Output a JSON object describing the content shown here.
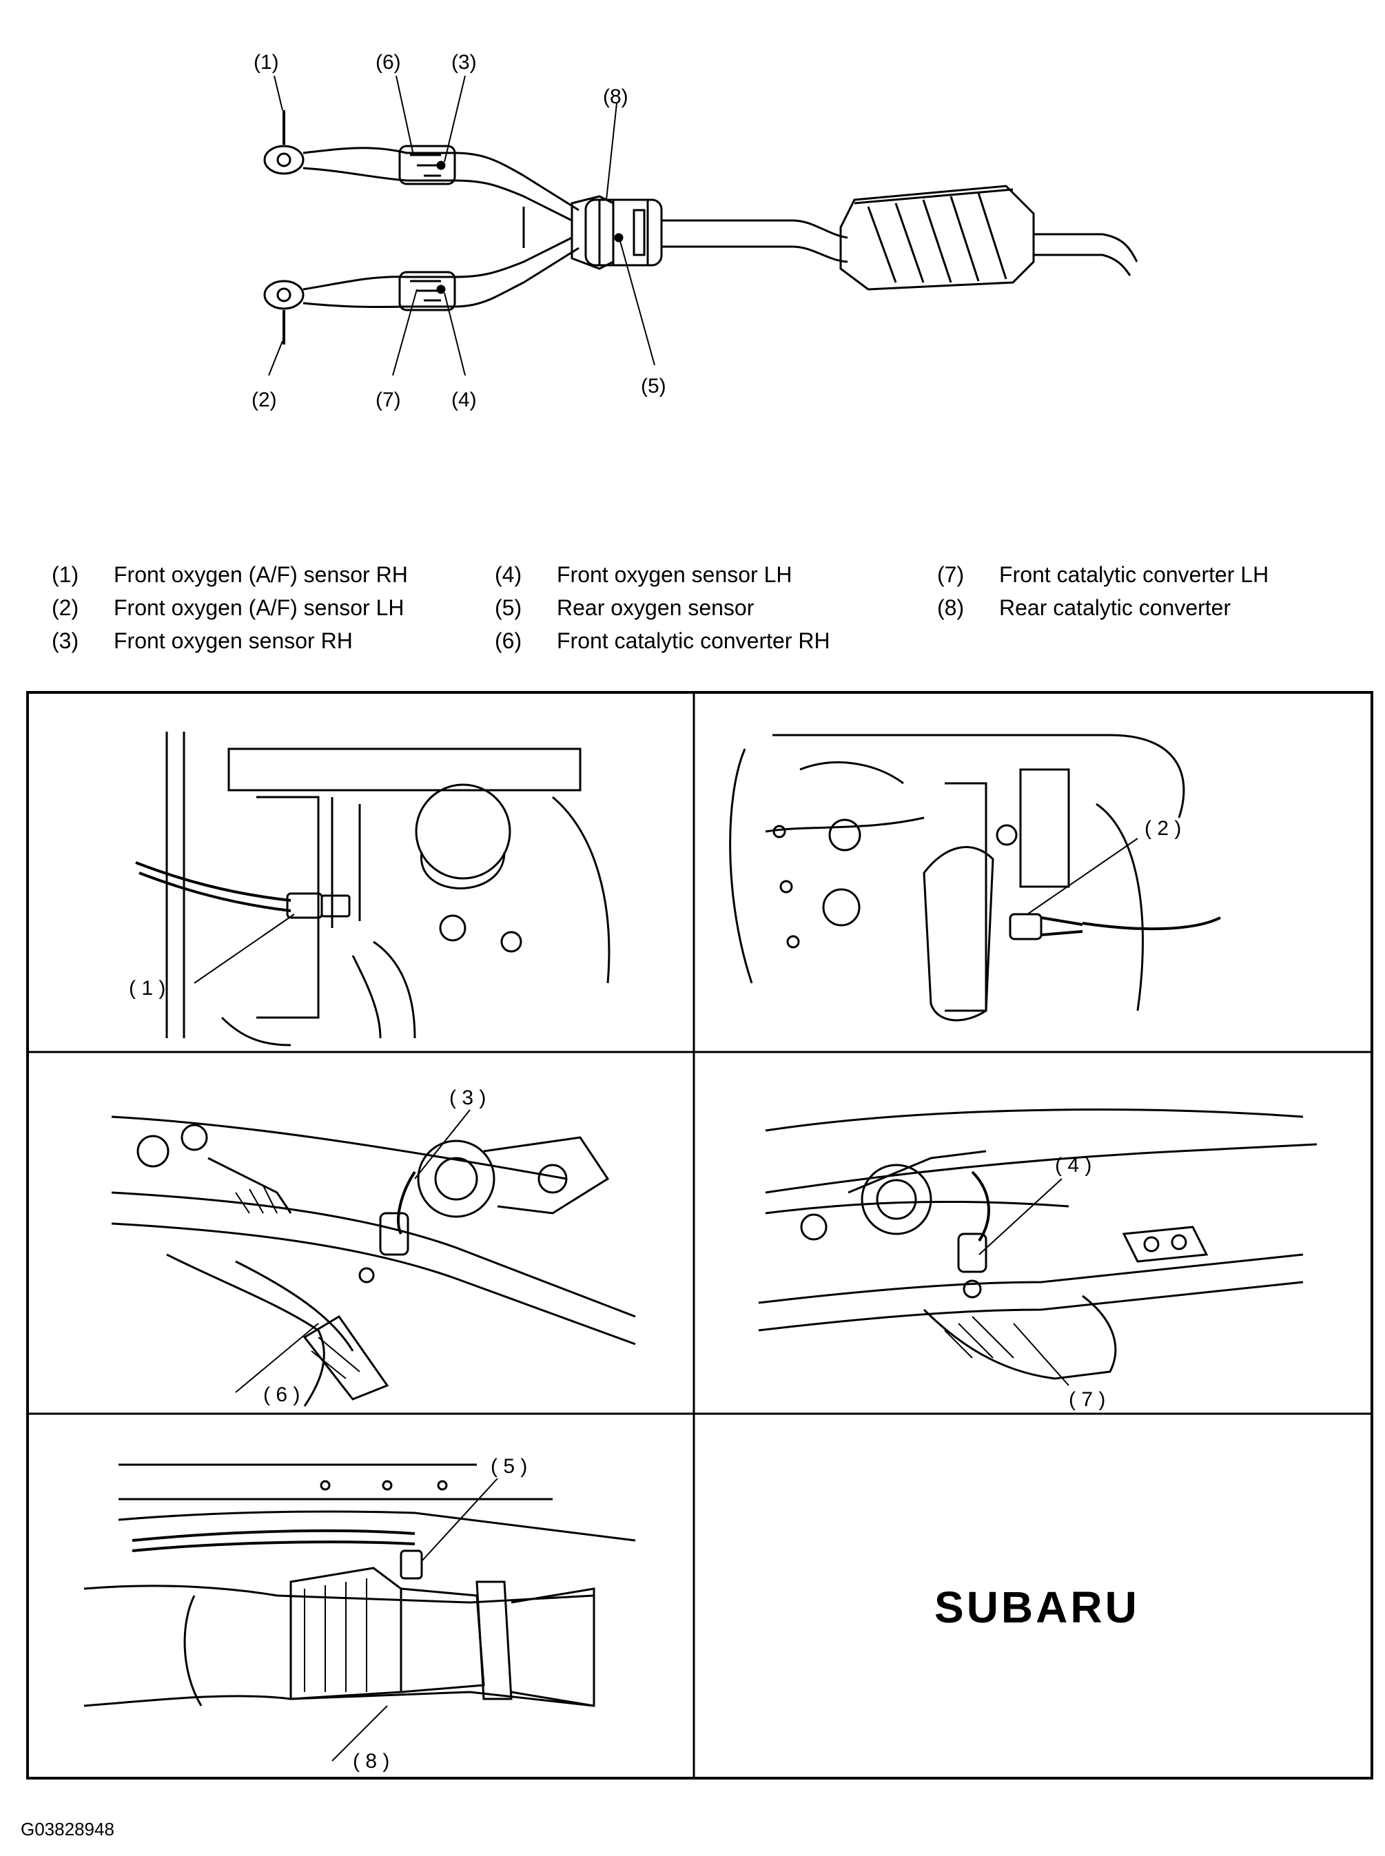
{
  "overview": {
    "callouts": [
      "(1)",
      "(6)",
      "(3)",
      "(8)",
      "(2)",
      "(7)",
      "(4)",
      "(5)"
    ]
  },
  "legend": [
    {
      "num": "(1)",
      "text": "Front oxygen (A/F) sensor RH"
    },
    {
      "num": "(2)",
      "text": "Front oxygen (A/F) sensor LH"
    },
    {
      "num": "(3)",
      "text": "Front oxygen sensor RH"
    },
    {
      "num": "(4)",
      "text": "Front oxygen sensor LH"
    },
    {
      "num": "(5)",
      "text": "Rear oxygen sensor"
    },
    {
      "num": "(6)",
      "text": "Front catalytic converter RH"
    },
    {
      "num": "(7)",
      "text": "Front catalytic converter LH"
    },
    {
      "num": "(8)",
      "text": "Rear catalytic converter"
    }
  ],
  "panels": {
    "p1": {
      "callout": "( 1 )"
    },
    "p2": {
      "callout": "( 2 )"
    },
    "p3": {
      "callout_a": "( 3 )",
      "callout_b": "( 6 )"
    },
    "p4": {
      "callout_a": "( 4 )",
      "callout_b": "( 7 )"
    },
    "p5": {
      "callout": "( 5 )",
      "callout_b": "( 8 )"
    },
    "p6": {
      "brand": "SUBARU"
    }
  },
  "figure_id": "G03828948"
}
